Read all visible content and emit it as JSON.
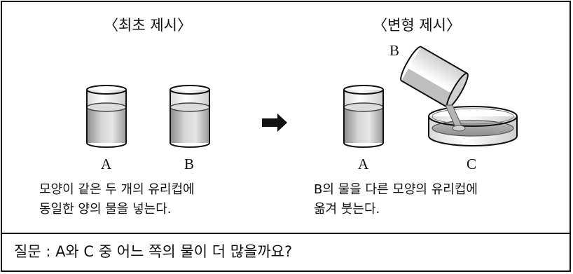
{
  "left_panel": {
    "title": "〈최초 제시〉",
    "cup_a_label": "A",
    "cup_b_label": "B",
    "desc_line1": "모양이 같은 두 개의 유리컵에",
    "desc_line2": "동일한 양의 물을 넣는다."
  },
  "right_panel": {
    "title": "〈변형 제시〉",
    "pour_cup_label": "B",
    "cup_a_label": "A",
    "dish_c_label": "C",
    "desc_line1": "B의 물을 다른 모양의 유리컵에",
    "desc_line2": "옮겨 붓는다."
  },
  "question": "질문 : A와 C 중 어느 쪽의 물이 더 많을까요?",
  "icons": {
    "arrow": "right-arrow-icon"
  }
}
